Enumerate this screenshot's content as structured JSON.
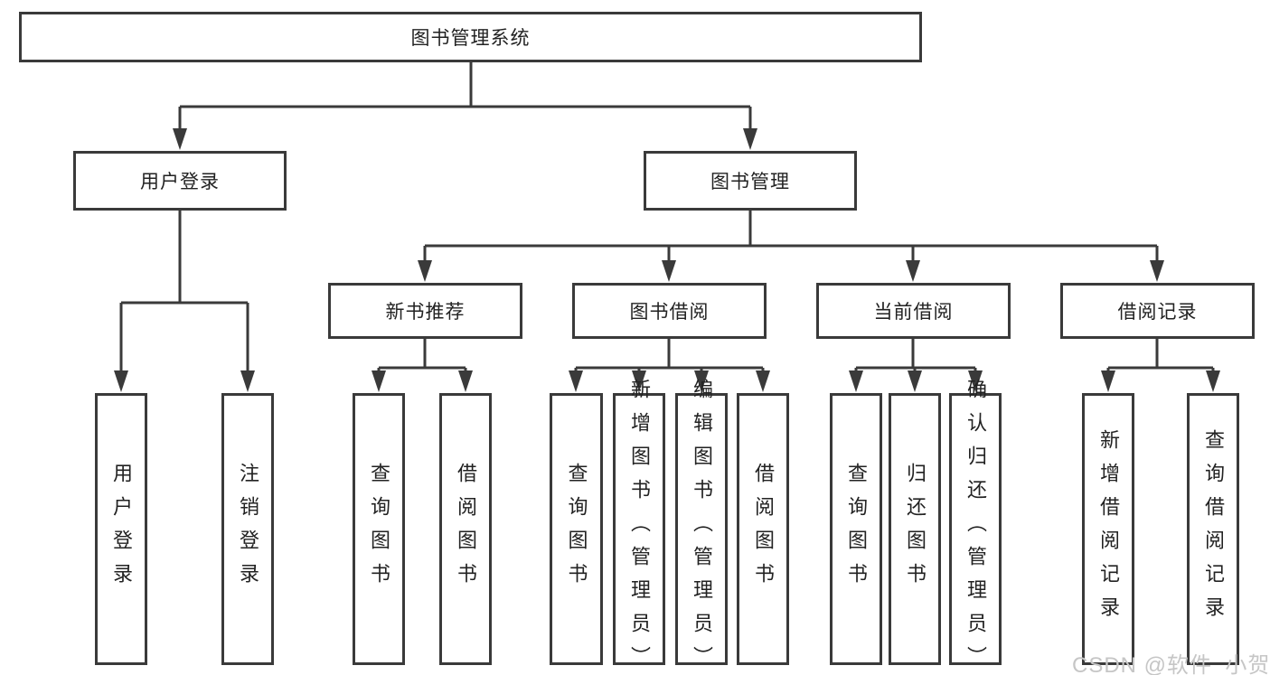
{
  "diagram_type": "tree",
  "colors": {
    "line": "#3a3a3a",
    "node_text": "#222222",
    "watermark_text": "#c6c6c6",
    "background": "#ffffff"
  },
  "tree": {
    "root": {
      "label": "图书管理系统",
      "children": [
        {
          "label": "用户登录",
          "children": [
            {
              "label": "用户登录"
            },
            {
              "label": "注销登录"
            }
          ]
        },
        {
          "label": "图书管理",
          "children": [
            {
              "label": "新书推荐",
              "children": [
                {
                  "label": "查询图书"
                },
                {
                  "label": "借阅图书"
                }
              ]
            },
            {
              "label": "图书借阅",
              "children": [
                {
                  "label": "查询图书"
                },
                {
                  "label": "新增图书（管理员）"
                },
                {
                  "label": "编辑图书（管理员）"
                },
                {
                  "label": "借阅图书"
                }
              ]
            },
            {
              "label": "当前借阅",
              "children": [
                {
                  "label": "查询图书"
                },
                {
                  "label": "归还图书"
                },
                {
                  "label": "确认归还（管理员）"
                }
              ]
            },
            {
              "label": "借阅记录",
              "children": [
                {
                  "label": "新增借阅记录"
                },
                {
                  "label": "查询借阅记录"
                }
              ]
            }
          ]
        }
      ]
    }
  },
  "watermark": {
    "text": "CSDN @软件_小贺同学"
  }
}
